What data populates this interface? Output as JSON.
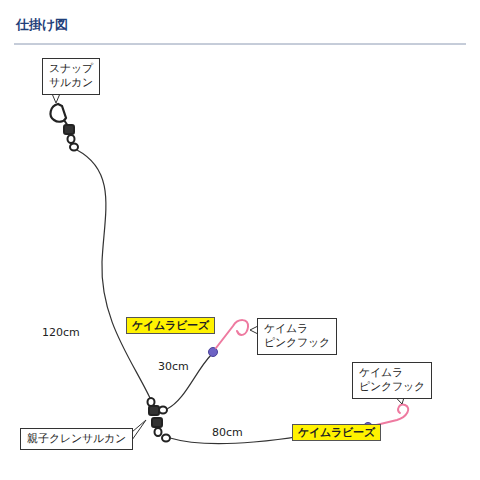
{
  "diagram": {
    "title": "仕掛け図",
    "nodes": [
      {
        "text": [
          "スナップ サルカン"
        ]
      },
      {
        "text": [
          "ケイムラビーズ"
        ]
      },
      {
        "text": [
          "ケイムラ ピンクフック"
        ]
      },
      {
        "text": [
          "ケイムラ ピンクフック"
        ]
      },
      {
        "text": [
          "ケイムラビーズ"
        ]
      },
      {
        "text": [
          "親子クレンサルカン"
        ]
      }
    ],
    "labels": [
      "120cm",
      "30cm",
      "80cm"
    ]
  }
}
